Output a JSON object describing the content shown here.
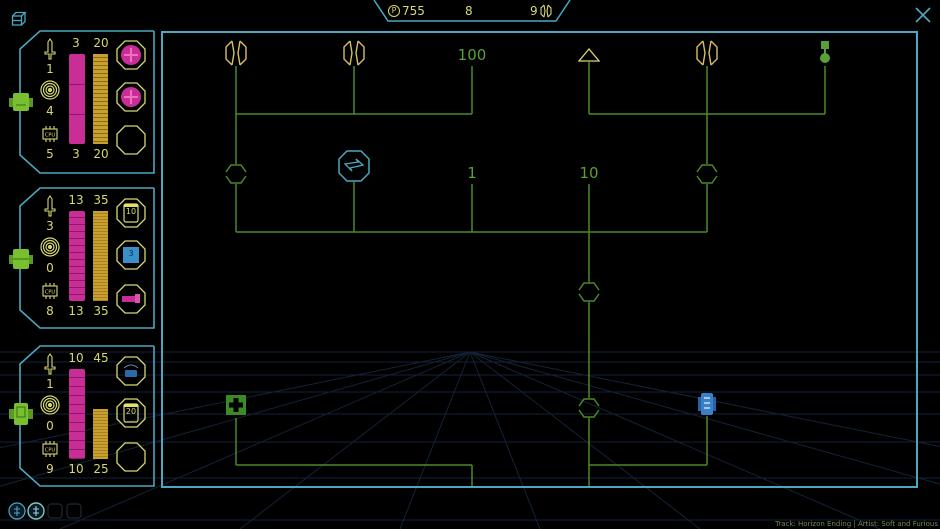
{
  "header": {
    "points_icon": "p-coin-icon",
    "points": "755",
    "center_value": "8",
    "tokens": "9",
    "tokens_icon": "link-chip-icon",
    "close_icon": "close-icon",
    "cube_icon": "cube-icon"
  },
  "colors": {
    "accent_cyan": "#4aa8c0",
    "yellow": "#d8d870",
    "magenta": "#d0309a",
    "gold": "#c8a030",
    "line_green": "#4a8a2a",
    "robot_green": "#78c030"
  },
  "units": [
    {
      "name": "unit-1",
      "attack": "1",
      "shield": "4",
      "cpu": "5",
      "health_top": "3",
      "health_bottom": "3",
      "energy_top": "20",
      "energy_bottom": "20",
      "health_fill": 1.0,
      "energy_fill": 1.0,
      "slots": [
        "medkit-orb-icon",
        "medkit-orb-icon",
        "empty-slot"
      ]
    },
    {
      "name": "unit-2",
      "attack": "3",
      "shield": "0",
      "cpu": "8",
      "health_top": "13",
      "health_bottom": "13",
      "energy_top": "35",
      "energy_bottom": "35",
      "health_fill": 1.0,
      "energy_fill": 1.0,
      "slots": [
        "battery-10-icon",
        "chip-3-icon",
        "laser-gun-icon"
      ],
      "slot_labels": [
        "10",
        "3",
        ""
      ]
    },
    {
      "name": "unit-3",
      "attack": "1",
      "shield": "0",
      "cpu": "9",
      "health_top": "10",
      "health_bottom": "10",
      "energy_top": "45",
      "energy_bottom": "25",
      "health_fill": 1.0,
      "energy_fill": 0.55,
      "slots": [
        "cloak-device-icon",
        "battery-20-icon",
        "empty-slot"
      ],
      "slot_labels": [
        "",
        "20",
        ""
      ]
    }
  ],
  "board": {
    "row1": [
      {
        "type": "link-chip-icon",
        "label": ""
      },
      {
        "type": "link-chip-icon",
        "label": ""
      },
      {
        "type": "number",
        "label": "100"
      },
      {
        "type": "exit-arrow-icon",
        "label": ""
      },
      {
        "type": "link-chip-icon",
        "label": ""
      },
      {
        "type": "robot-part-icon",
        "label": ""
      }
    ],
    "row2": [
      {
        "type": "empty-node",
        "label": ""
      },
      {
        "type": "lightning-node-icon",
        "label": ""
      },
      {
        "type": "number",
        "label": "1"
      },
      {
        "type": "number",
        "label": "10"
      },
      {
        "type": "empty-node",
        "label": ""
      }
    ],
    "row3": [
      {
        "type": "empty-node",
        "label": ""
      }
    ],
    "row4": [
      {
        "type": "medkit-icon",
        "label": ""
      },
      {
        "type": "empty-node",
        "label": ""
      },
      {
        "type": "robot-unit-icon",
        "label": ""
      }
    ]
  },
  "bottom_toolbar": [
    "ability-slot-1",
    "ability-slot-2",
    "ability-slot-3",
    "ability-slot-4"
  ],
  "track": "Track: Horizon Ending | Artist: Soft and Furious"
}
